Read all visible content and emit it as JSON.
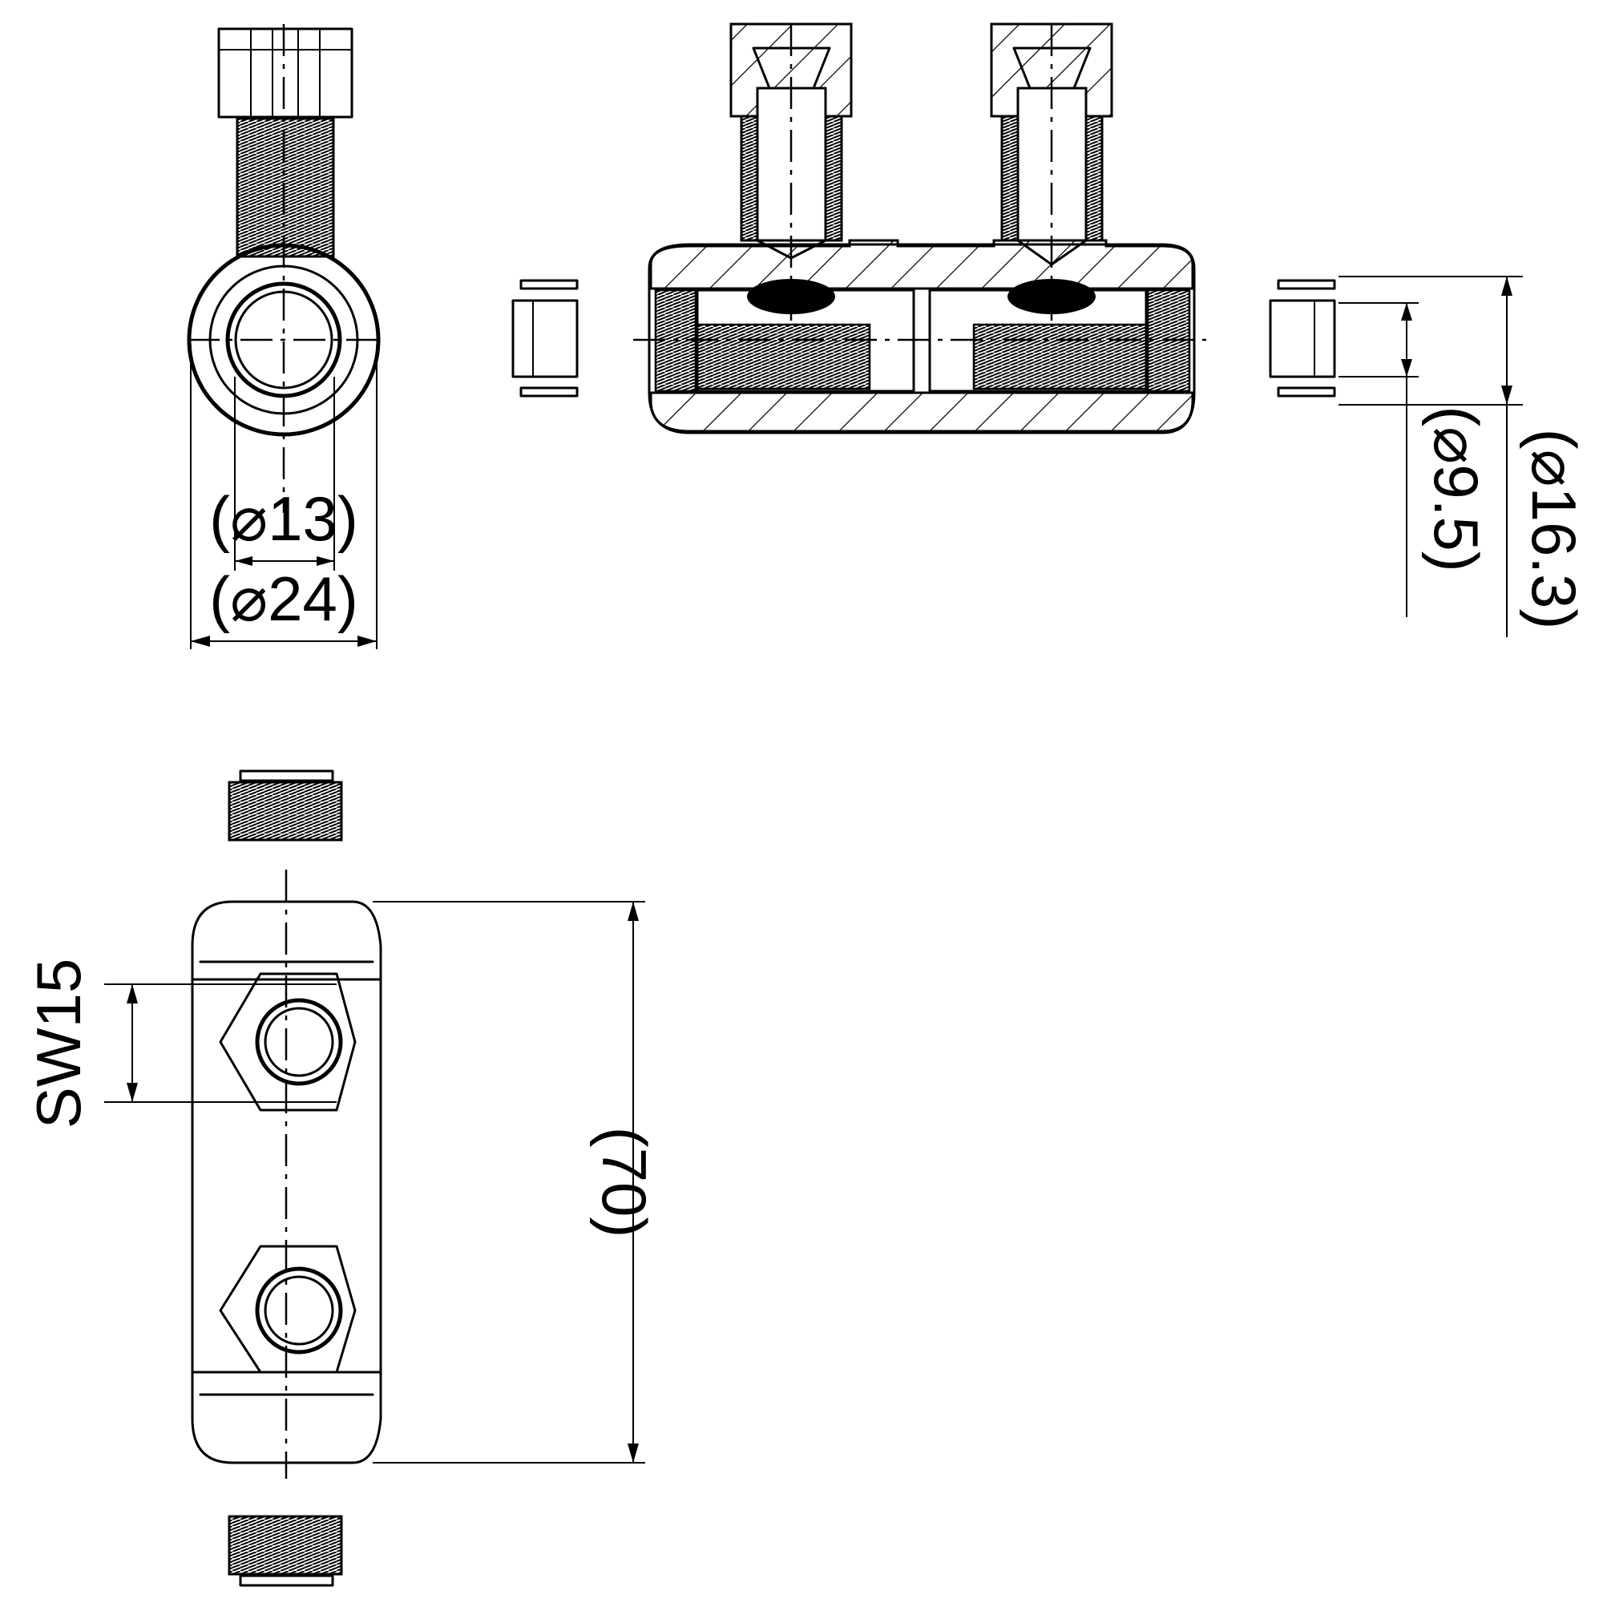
{
  "dimensions": {
    "inner_diameter": "(⌀13)",
    "outer_diameter": "(⌀24)",
    "plug_inner_diameter": "(⌀9.5)",
    "plug_outer_diameter": "(⌀16.3)",
    "wrench_size": "SW15",
    "overall_length": "(70)"
  }
}
